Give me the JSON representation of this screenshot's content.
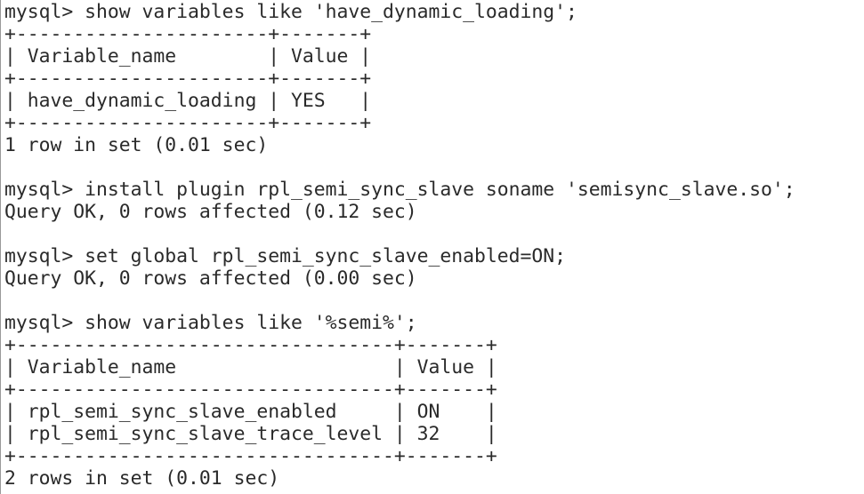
{
  "terminal": {
    "lines": [
      "mysql> show variables like 'have_dynamic_loading';",
      "+----------------------+-------+",
      "| Variable_name        | Value |",
      "+----------------------+-------+",
      "| have_dynamic_loading | YES   |",
      "+----------------------+-------+",
      "1 row in set (0.01 sec)",
      "",
      "mysql> install plugin rpl_semi_sync_slave soname 'semisync_slave.so';",
      "Query OK, 0 rows affected (0.12 sec)",
      "",
      "mysql> set global rpl_semi_sync_slave_enabled=ON;",
      "Query OK, 0 rows affected (0.00 sec)",
      "",
      "mysql> show variables like '%semi%';",
      "+---------------------------------+-------+",
      "| Variable_name                   | Value |",
      "+---------------------------------+-------+",
      "| rpl_semi_sync_slave_enabled     | ON    |",
      "| rpl_semi_sync_slave_trace_level | 32    |",
      "+---------------------------------+-------+",
      "2 rows in set (0.01 sec)"
    ]
  },
  "colors": {
    "background": "#ffffff",
    "text": "#2a2a2a",
    "border": "#9a9a9a"
  }
}
